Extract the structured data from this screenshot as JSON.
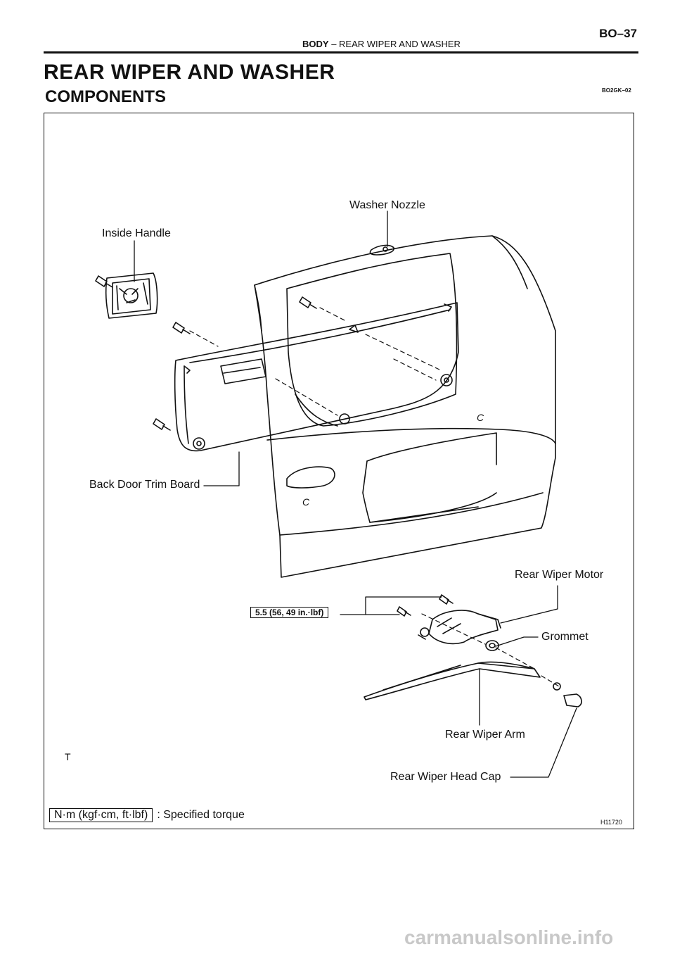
{
  "header": {
    "section": "BODY",
    "separator": "–",
    "subsection": "REAR WIPER AND WASHER",
    "page_number": "BO–37"
  },
  "title": "REAR WIPER AND WASHER",
  "subtitle": "COMPONENTS",
  "doc_code": "BO2GK–02",
  "figure": {
    "labels": {
      "washer_nozzle": "Washer Nozzle",
      "inside_handle": "Inside Handle",
      "back_door_trim_board": "Back Door Trim Board",
      "rear_wiper_motor": "Rear Wiper Motor",
      "grommet": "Grommet",
      "rear_wiper_arm": "Rear Wiper Arm",
      "rear_wiper_head_cap": "Rear Wiper Head Cap"
    },
    "torque_value": "5.5 (56, 49 in.·lbf)",
    "stray_mark": "T",
    "figure_id": "H11720",
    "mark_c": "C"
  },
  "legend": {
    "unit_box": "N·m (kgf·cm, ft·lbf)",
    "text": ": Specified torque"
  },
  "watermark": "carmanualsonline.info"
}
